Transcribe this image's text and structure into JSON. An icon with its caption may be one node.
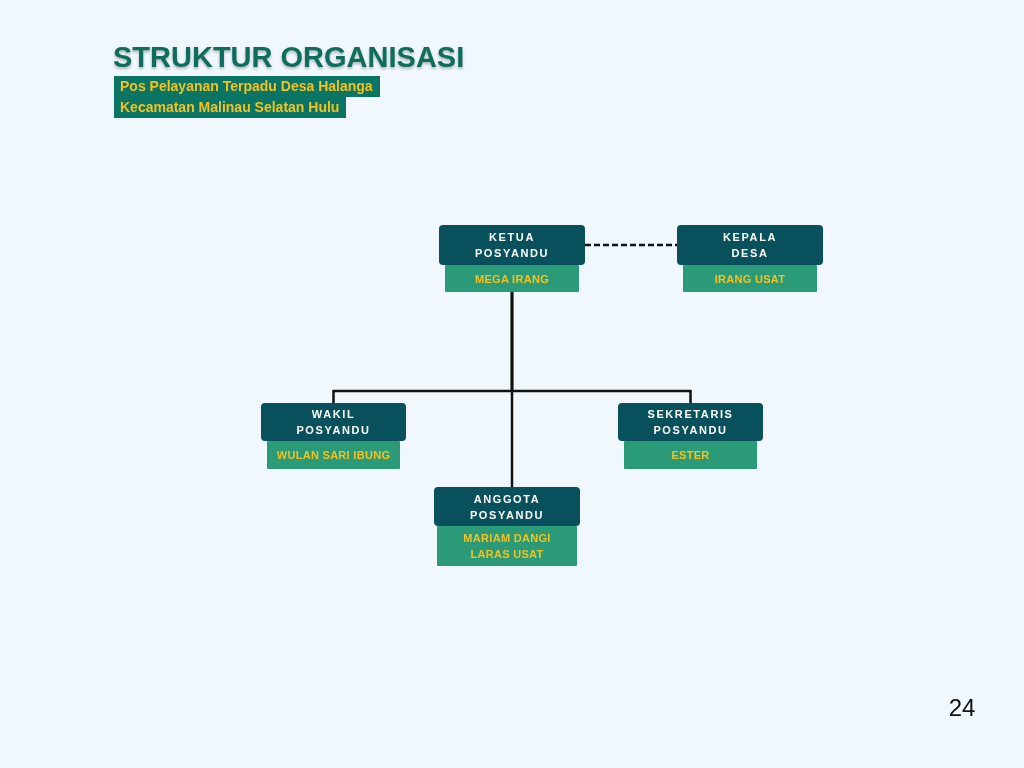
{
  "diagram": {
    "title": "STRUKTUR ORGANISASI",
    "nodes": [
      {
        "text": [
          "KETUA POSYANDU"
        ]
      },
      {
        "text": [
          "MEGA IRANG"
        ]
      },
      {
        "text": [
          "KEPALA DESA"
        ]
      },
      {
        "text": [
          "IRANG USAT"
        ]
      },
      {
        "text": [
          "WAKIL POSYANDU"
        ]
      },
      {
        "text": [
          "WULAN SARI IBUNG"
        ]
      },
      {
        "text": [
          "SEKRETARIS POSYANDU"
        ]
      },
      {
        "text": [
          "ESTER"
        ]
      },
      {
        "text": [
          "ANGGOTA POSYANDU"
        ]
      },
      {
        "text": [
          "MARIAM DANGI LARAS USAT"
        ]
      }
    ],
    "edges": [
      {
        "from": 0,
        "to": 2,
        "arrow": "none",
        "style": "dashed"
      },
      {
        "from": 1,
        "to": 4,
        "arrow": "none"
      },
      {
        "from": 1,
        "to": 6,
        "arrow": "none"
      },
      {
        "from": 1,
        "to": 8,
        "arrow": "none"
      }
    ],
    "labels": [
      "Pos Pelayanan Terpadu Desa Halanga",
      "Kecamatan Malinau Selatan Hulu",
      "24"
    ]
  }
}
